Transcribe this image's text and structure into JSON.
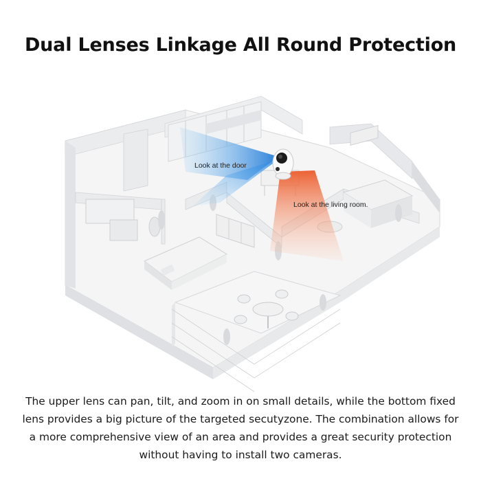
{
  "title": "Dual Lenses Linkage All Round Protection",
  "callouts": {
    "door": "Look at the door",
    "living_room": "Look at the living room."
  },
  "description": "The upper lens can pan, tilt, and zoom in on small details, while the bottom fixed lens provides a big picture of the targeted secutyzone. The combination allows for a more comprehensive view of an area and provides a great security protection without having to install two cameras.",
  "colors": {
    "door_beam": "#3a8fe0",
    "living_beam": "#f0703f",
    "walls": "#e9eaec",
    "floor": "#f3f4f5"
  },
  "icons": [
    "security-camera-icon"
  ]
}
